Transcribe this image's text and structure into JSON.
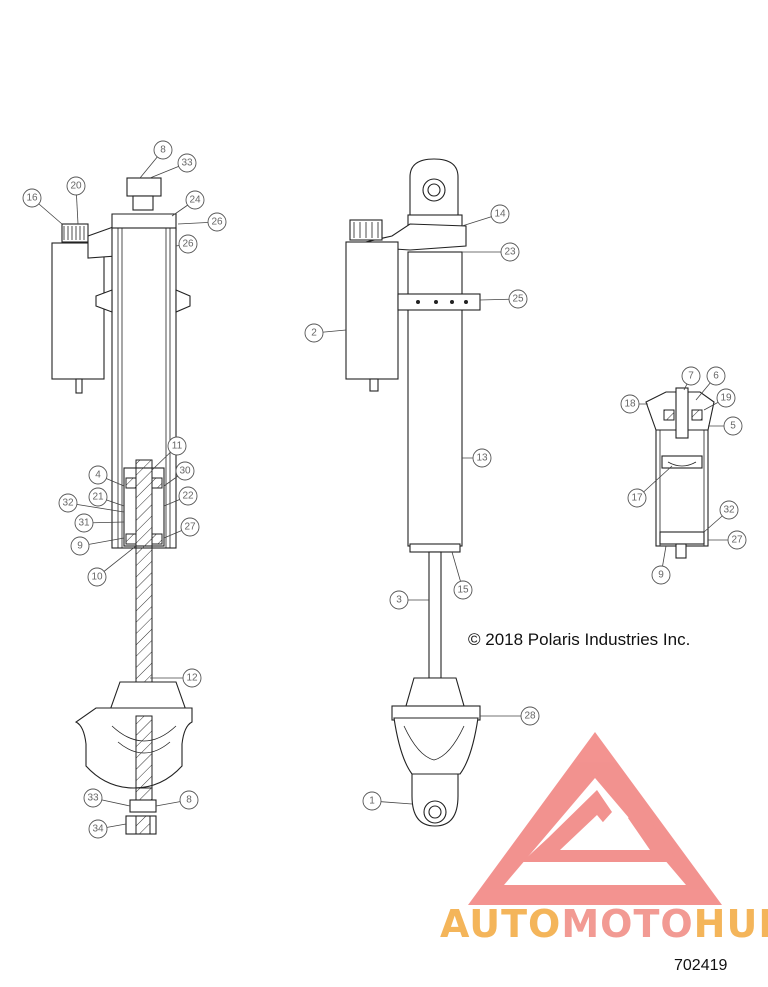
{
  "copyright": "© 2018 Polaris Industries Inc.",
  "document_number": "702419",
  "watermark": {
    "parts": [
      "AUTO",
      "MOTO",
      "HUB"
    ],
    "colors": [
      "#f4b55a",
      "#f29a93",
      "#f4b55a"
    ],
    "logo_color": "#f28d8a"
  },
  "callouts": {
    "c8a": "8",
    "c33a": "33",
    "c16": "16",
    "c20a": "20",
    "c24": "24",
    "c26a": "26",
    "c26b": "26",
    "c11": "11",
    "c4": "4",
    "c30": "30",
    "c21": "21",
    "c22": "22",
    "c32a": "32",
    "c31": "31",
    "c27a": "27",
    "c9a": "9",
    "c10": "10",
    "c12": "12",
    "c33b": "33",
    "c8b": "8",
    "c34": "34",
    "c14": "14",
    "c23": "23",
    "c25": "25",
    "c2": "2",
    "c13": "13",
    "c15": "15",
    "c3": "3",
    "c28": "28",
    "c1": "1",
    "c7": "7",
    "c6": "6",
    "c18": "18",
    "c19": "19",
    "c5": "5",
    "c17": "17",
    "c32b": "32",
    "c27b": "27",
    "c9b": "9"
  }
}
